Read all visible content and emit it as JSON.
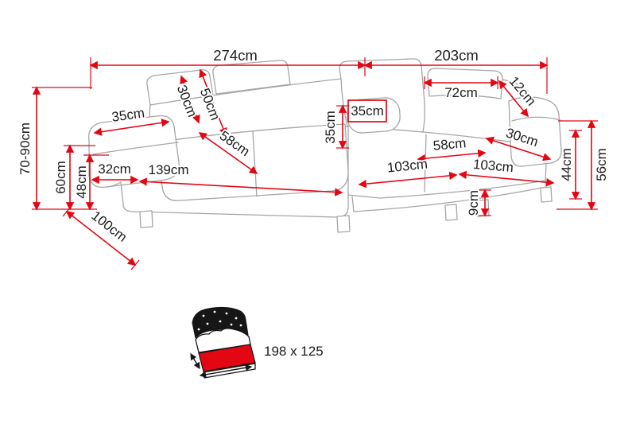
{
  "diagram": {
    "type": "corner-sofa-dimensions",
    "colors": {
      "dimension": "#e30613",
      "outline": "#a6a6a6",
      "ink": "#1c1c1c",
      "bed_dark": "#161616"
    }
  },
  "labels": {
    "total_width_left": "274cm",
    "total_width_right": "203cm",
    "total_height": "70-90cm",
    "armrest_height": "60cm",
    "seat_height": "48cm",
    "headrest_height_left": "30cm",
    "backrest_height_left": "50cm",
    "armrest_width_left": "35cm",
    "seat_depth_left": "58cm",
    "corner_pillow_width": "35cm",
    "corner_pillow_height": "35cm",
    "headrest_width_right": "72cm",
    "headrest_edge_right": "12cm",
    "seat_depth_right": "58cm",
    "armrest_width_right": "30cm",
    "armrest_front_width": "32cm",
    "seat_width_left": "139cm",
    "chaise_length": "103cm",
    "chaise_width": "103cm",
    "backrest_height_right": "44cm",
    "side_height_right": "56cm",
    "leg_height": "9cm",
    "sofa_depth": "100cm"
  },
  "sleeping_function": {
    "icon": "sofa-bed-icon",
    "surface_size": "198 x 125"
  }
}
